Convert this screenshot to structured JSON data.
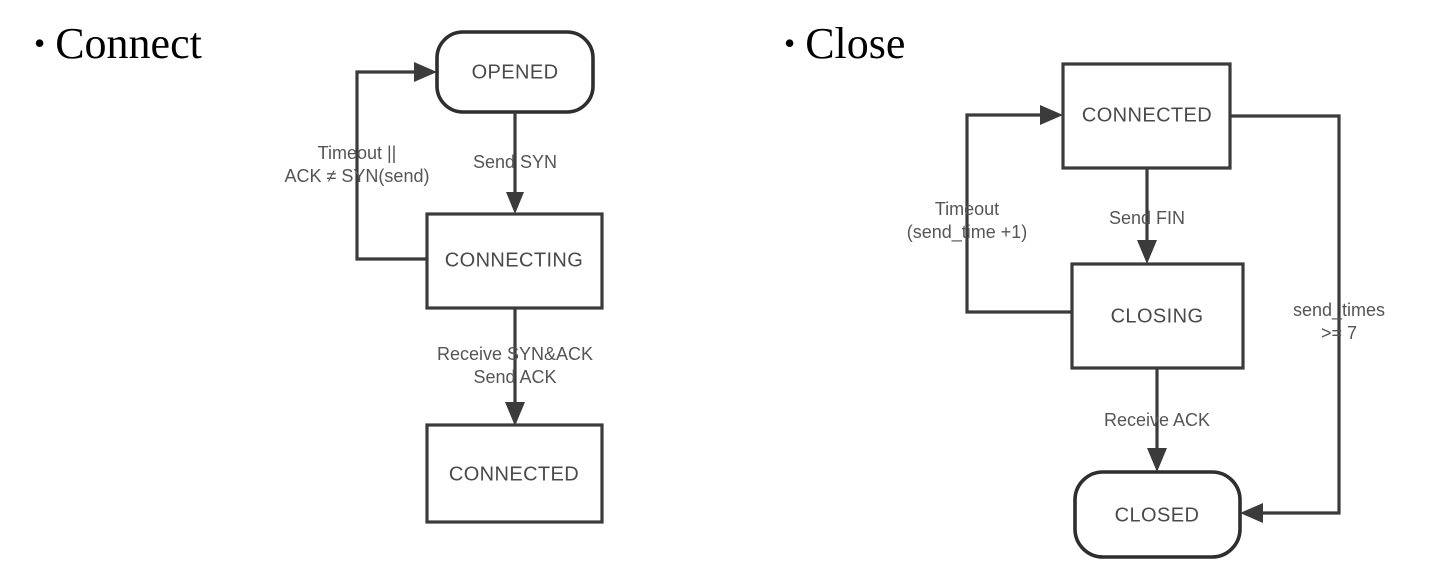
{
  "slide": {
    "background_color": "#ffffff",
    "sections": [
      {
        "id": "connect",
        "heading": "Connect",
        "bullet": "•"
      },
      {
        "id": "close",
        "heading": "Close",
        "bullet": "•"
      }
    ]
  },
  "connect_diagram": {
    "title": "Connect",
    "states": [
      {
        "id": "opened",
        "label": "OPENED",
        "shape": "rounded"
      },
      {
        "id": "connecting",
        "label": "CONNECTING",
        "shape": "rectangle"
      },
      {
        "id": "connected",
        "label": "CONNECTED",
        "shape": "rectangle"
      }
    ],
    "transitions": [
      {
        "from": "opened",
        "to": "connecting",
        "label_lines": [
          "Send SYN"
        ]
      },
      {
        "from": "connecting",
        "to": "connected",
        "label_lines": [
          "Receive SYN&ACK",
          "Send ACK"
        ]
      },
      {
        "from": "connecting",
        "to": "opened",
        "label_lines": [
          "Timeout ||",
          "ACK ≠ SYN(send)"
        ]
      }
    ]
  },
  "close_diagram": {
    "title": "Close",
    "states": [
      {
        "id": "connected",
        "label": "CONNECTED",
        "shape": "rectangle"
      },
      {
        "id": "closing",
        "label": "CLOSING",
        "shape": "rectangle"
      },
      {
        "id": "closed",
        "label": "CLOSED",
        "shape": "rounded"
      }
    ],
    "transitions": [
      {
        "from": "connected",
        "to": "closing",
        "label_lines": [
          "Send FIN"
        ]
      },
      {
        "from": "closing",
        "to": "closed",
        "label_lines": [
          "Receive ACK"
        ]
      },
      {
        "from": "closing",
        "to": "connected",
        "label_lines": [
          "Timeout",
          "(send_time +1)"
        ]
      },
      {
        "from": "connected",
        "to": "closed",
        "label_lines": [
          "send_times",
          ">= 7"
        ]
      }
    ]
  },
  "colors": {
    "line": "#3b3b3b",
    "state_text": "#4a4a4a",
    "edge_text": "#555555",
    "heading_text": "#000000",
    "shape_fill": "#ffffff"
  }
}
